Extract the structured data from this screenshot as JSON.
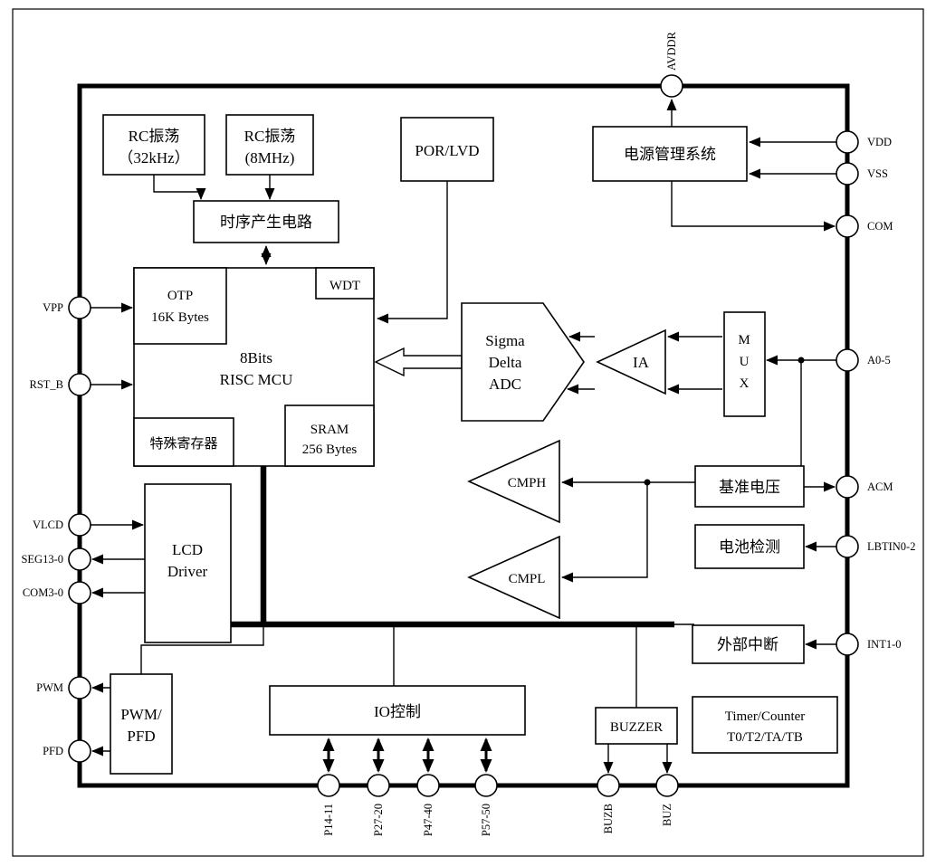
{
  "diagram": {
    "blocks": {
      "rc32": {
        "lines": [
          "RC振荡",
          "（32kHz）"
        ]
      },
      "rc8": {
        "lines": [
          "RC振荡",
          "(8MHz)"
        ]
      },
      "timing": {
        "label": "时序产生电路"
      },
      "por_lvd": {
        "label": "POR/LVD"
      },
      "power_mgmt": {
        "label": "电源管理系统"
      },
      "mcu": {
        "lines": [
          "8Bits",
          "RISC  MCU"
        ]
      },
      "otp": {
        "lines": [
          "OTP",
          "16K Bytes"
        ]
      },
      "wdt": {
        "label": "WDT"
      },
      "sfr": {
        "label": "特殊寄存器"
      },
      "sram": {
        "lines": [
          "SRAM",
          "256 Bytes"
        ]
      },
      "adc": {
        "lines": [
          "Sigma",
          "Delta",
          "ADC"
        ]
      },
      "ia": {
        "label": "IA"
      },
      "mux": {
        "lines": [
          "M",
          "U",
          "X"
        ]
      },
      "cmph": {
        "label": "CMPH"
      },
      "cmpl": {
        "label": "CMPL"
      },
      "vref": {
        "label": "基准电压"
      },
      "battery": {
        "label": "电池检测"
      },
      "ext_int": {
        "label": "外部中断"
      },
      "lcd": {
        "lines": [
          "LCD",
          "Driver"
        ]
      },
      "pwm_pfd": {
        "lines": [
          "PWM/",
          "PFD"
        ]
      },
      "io_ctrl": {
        "label": "IO控制"
      },
      "buzzer": {
        "label": "BUZZER"
      },
      "timer": {
        "lines": [
          "Timer/Counter",
          "T0/T2/TA/TB"
        ]
      }
    },
    "pins": {
      "top": {
        "avddr": "AVDDR"
      },
      "right": {
        "vdd": "VDD",
        "vss": "VSS",
        "com": "COM",
        "a0_5": "A0-5",
        "acm": "ACM",
        "lbtin0_2": "LBTIN0-2",
        "int1_0": "INT1-0"
      },
      "left": {
        "vpp": "VPP",
        "rst_b": "RST_B",
        "vlcd": "VLCD",
        "seg13_0": "SEG13-0",
        "com3_0": "COM3-0",
        "pwm": "PWM",
        "pfd": "PFD"
      },
      "bottom": {
        "p14_11": "P14-11",
        "p27_20": "P27-20",
        "p47_40": "P47-40",
        "p57_50": "P57-50",
        "buzb": "BUZB",
        "buz": "BUZ"
      }
    },
    "colors": {
      "line": "#000000",
      "fill": "#ffffff",
      "background": "#ffffff"
    }
  }
}
